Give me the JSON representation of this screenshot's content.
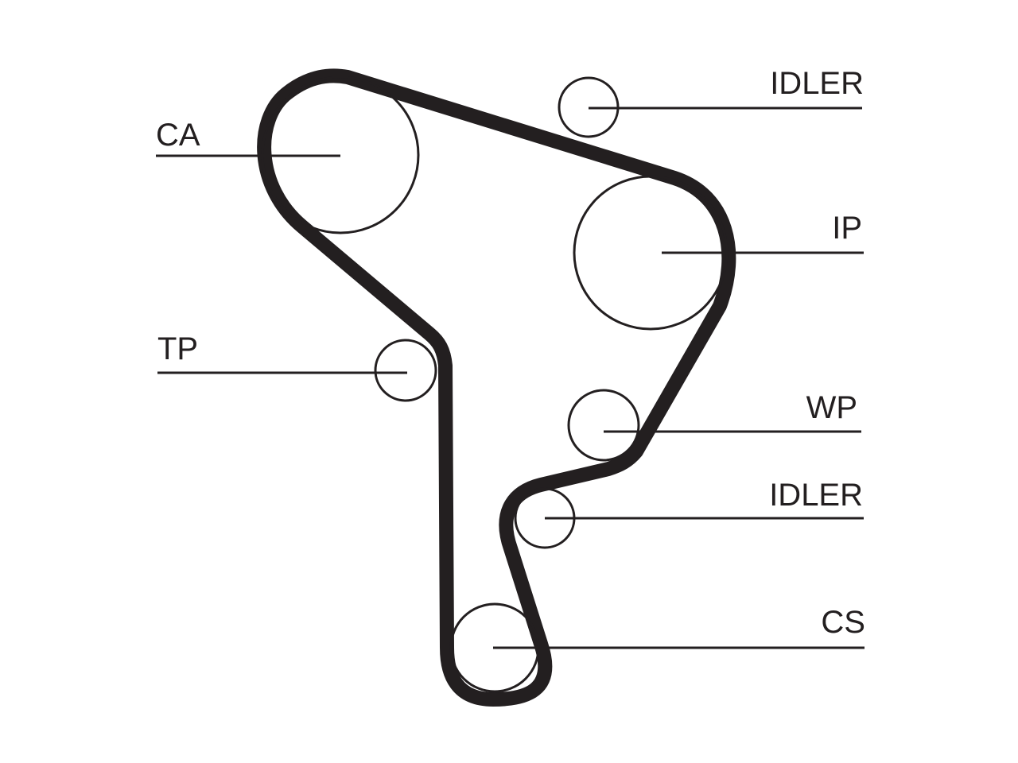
{
  "labels": {
    "ca": "CA",
    "idler_top": "IDLER",
    "ip": "IP",
    "tp": "TP",
    "wp": "WP",
    "idler_bottom": "IDLER",
    "cs": "CS"
  },
  "colors": {
    "ink": "#231f20",
    "background": "#ffffff"
  }
}
